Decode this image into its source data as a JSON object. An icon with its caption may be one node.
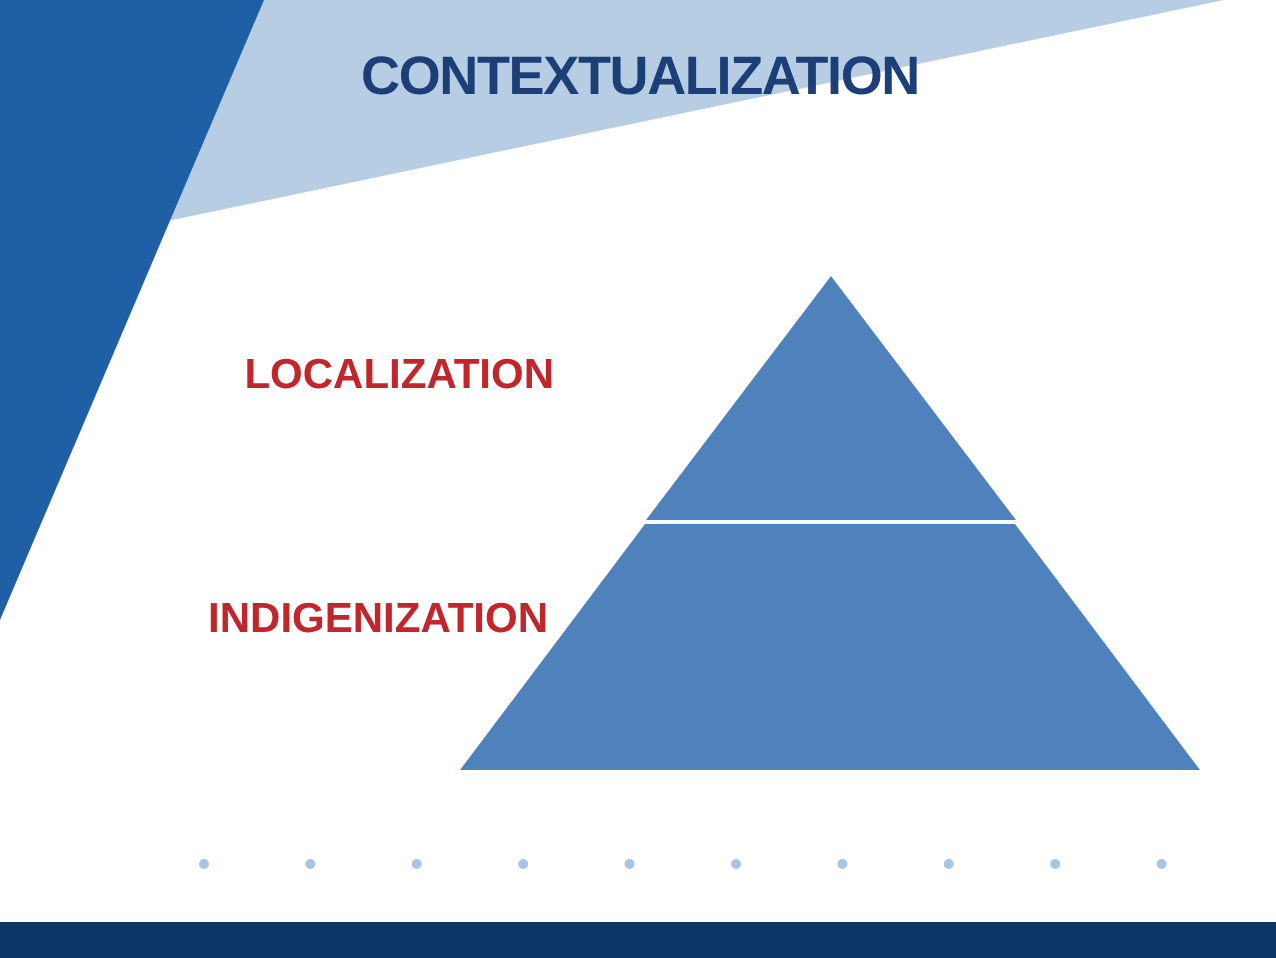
{
  "diagram": {
    "title": "CONTEXTUALIZATION",
    "nodes": [
      {
        "text": [],
        "shape": "triangle",
        "beside": [
          "LOCALIZATION"
        ]
      },
      {
        "text": [],
        "shape": "trapezoid",
        "beside": [
          "INDIGENIZATION"
        ]
      }
    ]
  }
}
